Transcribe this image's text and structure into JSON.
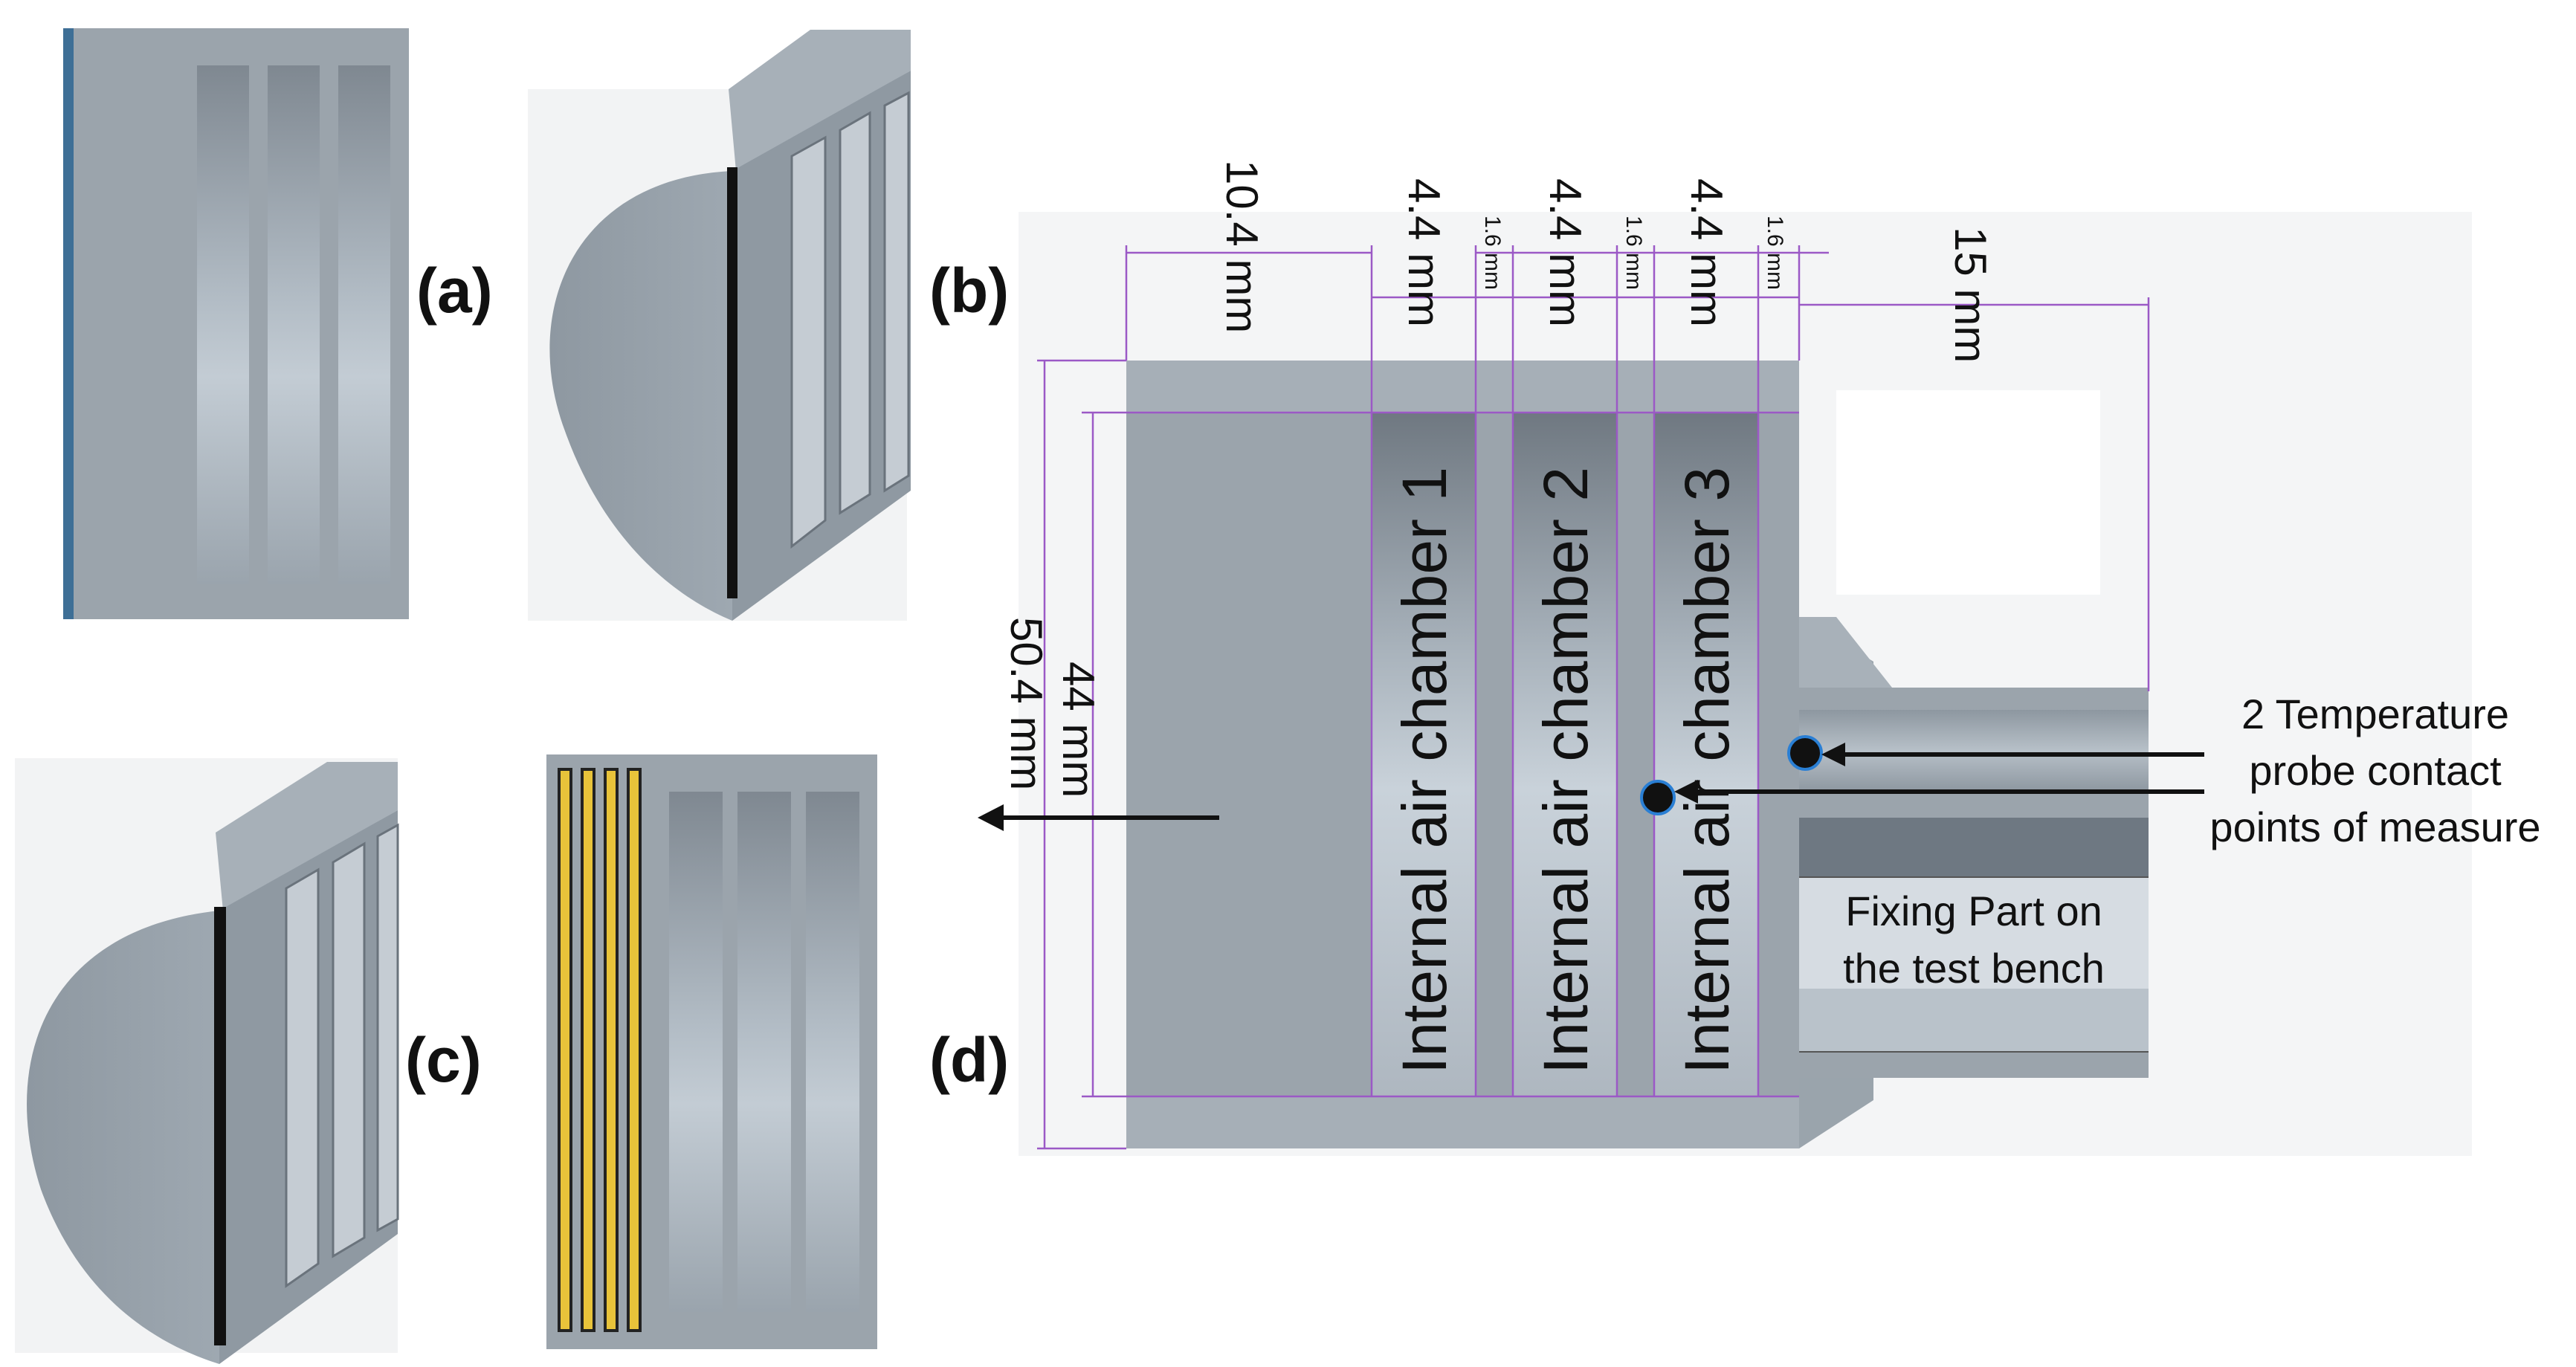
{
  "panels": {
    "a": "(a)",
    "b": "(b)",
    "c": "(c)",
    "d": "(d)"
  },
  "dimensions": {
    "left_width": "10.4 mm",
    "chamber_width_1": "4.4 mm",
    "chamber_width_2": "4.4 mm",
    "chamber_width_3": "4.4 mm",
    "wall_1": "1.6 mm",
    "wall_2": "1.6 mm",
    "wall_3": "1.6 mm",
    "right_width": "15 mm",
    "inner_height": "44 mm",
    "outer_height": "50.4 mm"
  },
  "chambers": [
    "Internal air chamber 1",
    "Internal air chamber 2",
    "Internal air chamber 3"
  ],
  "annotations": {
    "probe_line_1": "2 Temperature",
    "probe_line_2": "probe contact",
    "probe_line_3": "points of measure",
    "fixing_line_1": "Fixing Part on",
    "fixing_line_2": "the test bench"
  },
  "colors": {
    "body_gray": "#9aa3ab",
    "dark_gray": "#6c757e",
    "dimension_purple": "#9b59c6",
    "heater_yellow": "#e8c33a"
  }
}
